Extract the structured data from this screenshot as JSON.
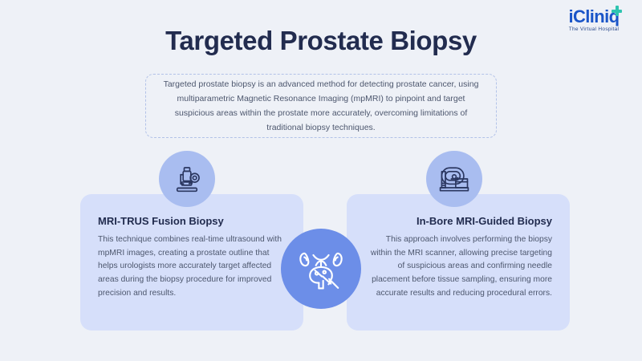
{
  "brand": {
    "name": "iCliniq",
    "tagline": "The Virtual Hospital",
    "accent_color": "#1a55c8",
    "plus_color": "#2ec4b0"
  },
  "header": {
    "title": "Targeted Prostate Biopsy",
    "title_color": "#222c4f"
  },
  "intro": {
    "text": "Targeted prostate biopsy is an advanced method for detecting prostate cancer, using multiparametric Magnetic Resonance Imaging (mpMRI) to pinpoint and target suspicious areas within the prostate more accurately, overcoming limitations of traditional biopsy techniques.",
    "border_color": "#b2c2e8"
  },
  "cards": [
    {
      "icon": "microscope-icon",
      "title": "MRI-TRUS Fusion Biopsy",
      "body": "This technique combines real-time ultrasound with mpMRI images, creating a prostate outline that helps urologists more accurately target affected areas during the biopsy procedure for improved precision and results.",
      "background_color": "#d6dffa",
      "icon_circle_color": "#a9bdf0"
    },
    {
      "icon": "mri-scanner-icon",
      "title": "In-Bore MRI-Guided Biopsy",
      "body": "This approach involves performing the biopsy within the MRI scanner, allowing precise targeting of suspicious areas and confirming needle placement before tissue sampling, ensuring more accurate results and reducing procedural errors.",
      "background_color": "#d6dffa",
      "icon_circle_color": "#a9bdf0"
    }
  ],
  "center_badge": {
    "icon": "prostate-biopsy-needle-icon",
    "background_color": "#6c8ee8"
  },
  "page": {
    "background_color": "#eef1f7"
  }
}
